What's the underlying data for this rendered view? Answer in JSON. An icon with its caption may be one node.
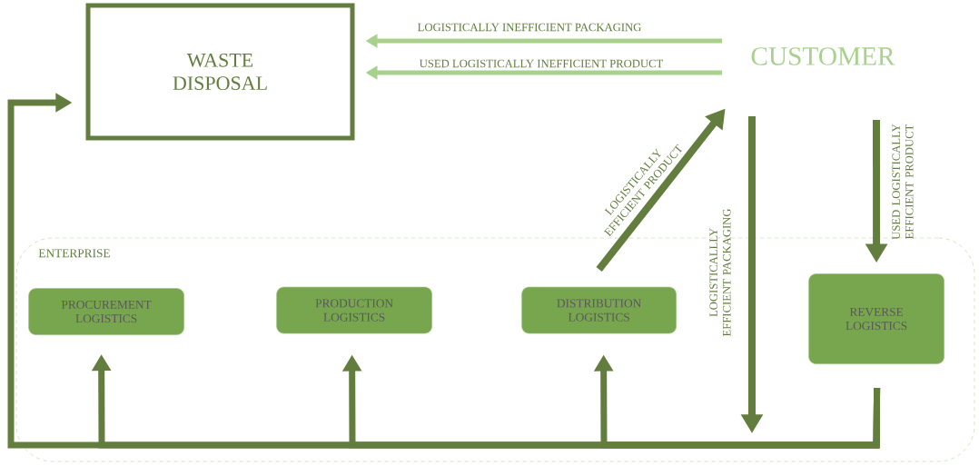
{
  "diagram": {
    "nodes": [
      {
        "text": [
          "WASTE DISPOSAL"
        ]
      },
      {
        "text": [
          "CUSTOMER"
        ]
      },
      {
        "text": [
          "ENTERPRISE"
        ]
      },
      {
        "text": [
          "PROCUREMENT LOGISTICS"
        ],
        "in": 2
      },
      {
        "text": [
          "PRODUCTION LOGISTICS"
        ],
        "in": 2
      },
      {
        "text": [
          "DISTRIBUTION LOGISTICS"
        ],
        "in": 2
      },
      {
        "text": [
          "REVERSE LOGISTICS"
        ],
        "in": 2
      }
    ],
    "edges": [
      {
        "from": 1,
        "to": 0,
        "arrow": "to",
        "label": "LOGISTICALLY INEFFICIENT PACKAGING",
        "color": "#a9d18e"
      },
      {
        "from": 1,
        "to": 0,
        "arrow": "to",
        "label": "USED LOGISTICALLY INEFFICIENT PRODUCT",
        "color": "#a9d18e"
      },
      {
        "from": 5,
        "to": 1,
        "arrow": "to",
        "label": "LOGISTICALLY EFFICIENT PRODUCT"
      },
      {
        "from": 1,
        "to": null,
        "arrow": "to",
        "label": "LOGISTICALLLY EFFICIENT PACKAGING"
      },
      {
        "from": 1,
        "to": 6,
        "arrow": "to",
        "label": "USED LOGISTICALLY EFFICIENT PRODUCT"
      },
      {
        "from": 6,
        "to": 0,
        "arrow": "to"
      },
      {
        "from": 6,
        "to": 3,
        "arrow": "to"
      },
      {
        "from": 6,
        "to": 4,
        "arrow": "to"
      },
      {
        "from": 6,
        "to": 5,
        "arrow": "to"
      }
    ]
  }
}
